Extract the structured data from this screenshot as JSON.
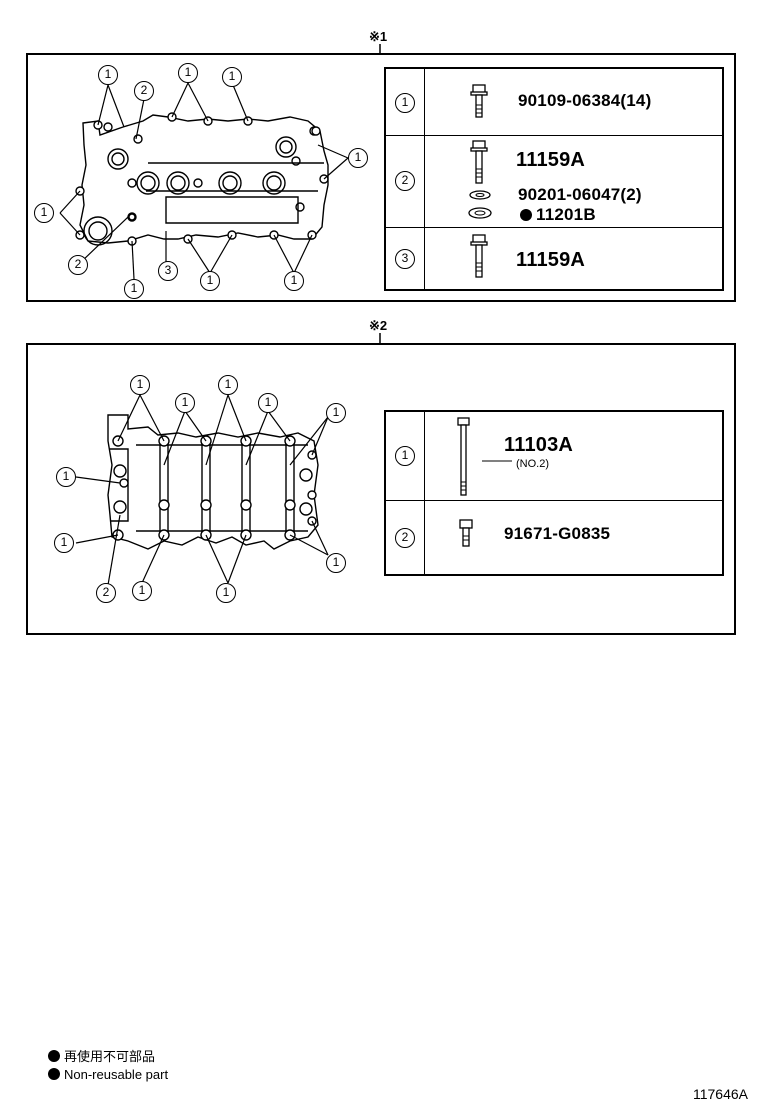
{
  "sections": [
    {
      "label": "※1",
      "callouts": [
        "1",
        "2",
        "1",
        "1",
        "1",
        "1",
        "2",
        "3",
        "1",
        "1",
        "1"
      ],
      "table": [
        {
          "ref": "1",
          "parts": [
            {
              "pn": "90109-06384(14)",
              "reuse": false
            }
          ]
        },
        {
          "ref": "2",
          "parts": [
            {
              "pn": "11159A",
              "reuse": false
            },
            {
              "pn": "90201-06047(2)",
              "reuse": false
            },
            {
              "pn": "11201B",
              "reuse": true
            }
          ]
        },
        {
          "ref": "3",
          "parts": [
            {
              "pn": "11159A",
              "reuse": false
            }
          ]
        }
      ]
    },
    {
      "label": "※2",
      "callouts": [
        "1",
        "1",
        "1",
        "1",
        "1",
        "1",
        "1",
        "2",
        "1",
        "1",
        "1"
      ],
      "table": [
        {
          "ref": "1",
          "parts": [
            {
              "pn": "11103A",
              "note": "(NO.2)"
            }
          ]
        },
        {
          "ref": "2",
          "parts": [
            {
              "pn": "91671-G0835"
            }
          ]
        }
      ]
    }
  ],
  "legend": {
    "jp": "再使用不可部品",
    "en": "Non-reusable part"
  },
  "figure_number": "117646A"
}
